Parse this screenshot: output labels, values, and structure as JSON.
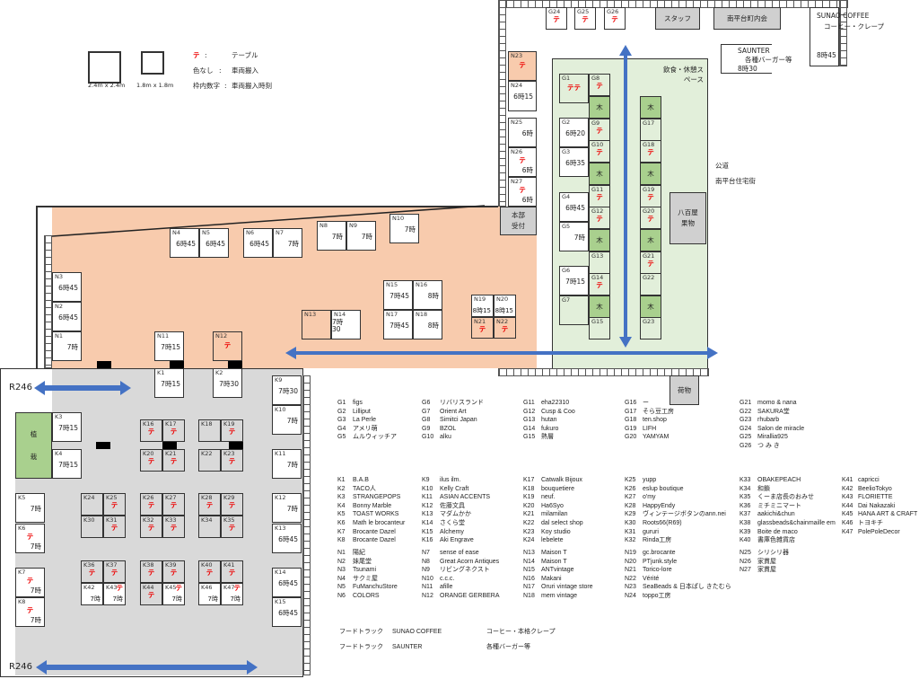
{
  "legend_key": {
    "size_large": "2.4m x 2.4m",
    "size_small": "1.8m x 1.8m",
    "table_symbol": "テ",
    "table_label": "テーブル",
    "no_color": "色なし",
    "no_color_meaning": "車両搬入",
    "number": "枠内数字",
    "number_meaning": "車両搬入時刻",
    "colon": ":"
  },
  "areas": {
    "headquarters": "本部受付",
    "greengrocer": "八百屋 果物",
    "luggage": "荷物",
    "staff": "スタッフ",
    "neighborhood": "南平台町内会",
    "eating_space": "飲食・休憩スペース",
    "public_road": "公道",
    "residential": "南平台住宅街",
    "planting": "植栽",
    "road_top": "R246",
    "road_bottom": "R246",
    "tree": "木",
    "sunao": {
      "name": "SUNAO COFFEE",
      "desc": "コーヒー・クレープ",
      "time": "8時45"
    },
    "saunter": {
      "name": "SAUNTER",
      "desc": "各種バーガー等",
      "time": "8時30"
    }
  },
  "colors": {
    "orange_zone": "#f8cbad",
    "green_zone": "#e2efda",
    "grey_zone": "#d9d9d9",
    "tree": "#a9d08e",
    "arrow": "#4472c4",
    "table": "#e00000"
  },
  "booths": [
    {
      "id": "N1",
      "time": "7時"
    },
    {
      "id": "N2",
      "time": "6時45"
    },
    {
      "id": "N3",
      "time": "6時45"
    },
    {
      "id": "N4",
      "time": "6時45"
    },
    {
      "id": "N5",
      "time": "6時45"
    },
    {
      "id": "N6",
      "time": "6時45"
    },
    {
      "id": "N7",
      "time": "7時"
    },
    {
      "id": "N8",
      "time": "7時"
    },
    {
      "id": "N9",
      "time": "7時"
    },
    {
      "id": "N10",
      "time": "7時"
    },
    {
      "id": "N11",
      "time": "7時15"
    },
    {
      "id": "N12",
      "tables": 1
    },
    {
      "id": "N13"
    },
    {
      "id": "N14",
      "time": "7時30"
    },
    {
      "id": "N15",
      "time": "7時45"
    },
    {
      "id": "N16",
      "time": "8時"
    },
    {
      "id": "N17",
      "time": "7時45"
    },
    {
      "id": "N18",
      "time": "8時"
    },
    {
      "id": "N19",
      "time": "8時15"
    },
    {
      "id": "N20",
      "time": "8時15"
    },
    {
      "id": "N21",
      "tables": 1
    },
    {
      "id": "N22",
      "tables": 1
    },
    {
      "id": "N23",
      "tables": 1
    },
    {
      "id": "N24",
      "time": "6時15"
    },
    {
      "id": "N25",
      "time": "6時"
    },
    {
      "id": "N26",
      "time": "6時",
      "tables": 1
    },
    {
      "id": "N27",
      "time": "6時",
      "tables": 1
    },
    {
      "id": "G1",
      "tables": 2
    },
    {
      "id": "G2",
      "time": "6時20"
    },
    {
      "id": "G3",
      "time": "6時35"
    },
    {
      "id": "G4",
      "time": "6時45"
    },
    {
      "id": "G5",
      "time": "7時"
    },
    {
      "id": "G6",
      "time": "7時15"
    },
    {
      "id": "G7"
    },
    {
      "id": "G8",
      "tables": 1
    },
    {
      "id": "G9",
      "tables": 1
    },
    {
      "id": "G10",
      "tables": 1
    },
    {
      "id": "G11",
      "tables": 1
    },
    {
      "id": "G12",
      "tables": 1
    },
    {
      "id": "G13"
    },
    {
      "id": "G14",
      "tables": 1
    },
    {
      "id": "G15"
    },
    {
      "id": "G17"
    },
    {
      "id": "G18",
      "tables": 1
    },
    {
      "id": "G19",
      "tables": 1
    },
    {
      "id": "G20",
      "tables": 1
    },
    {
      "id": "G21",
      "tables": 1
    },
    {
      "id": "G22"
    },
    {
      "id": "G23"
    },
    {
      "id": "G24",
      "tables": 1
    },
    {
      "id": "G25",
      "tables": 1
    },
    {
      "id": "G26",
      "tables": 1
    },
    {
      "id": "K1",
      "time": "7時15"
    },
    {
      "id": "K2",
      "time": "7時30"
    },
    {
      "id": "K3",
      "time": "7時15"
    },
    {
      "id": "K4",
      "time": "7時15"
    },
    {
      "id": "K5",
      "time": "7時"
    },
    {
      "id": "K6",
      "time": "7時",
      "tables": 1
    },
    {
      "id": "K7",
      "time": "7時",
      "tables": 1
    },
    {
      "id": "K8",
      "time": "7時",
      "tables": 1
    },
    {
      "id": "K9",
      "time": "7時30"
    },
    {
      "id": "K10",
      "time": "7時"
    },
    {
      "id": "K11",
      "time": "7時"
    },
    {
      "id": "K12",
      "time": "7時"
    },
    {
      "id": "K13",
      "time": "6時45"
    },
    {
      "id": "K14",
      "time": "6時45"
    },
    {
      "id": "K15",
      "time": "6時45"
    },
    {
      "id": "K16",
      "tables": 1
    },
    {
      "id": "K17",
      "tables": 1
    },
    {
      "id": "K18"
    },
    {
      "id": "K19",
      "tables": 1
    },
    {
      "id": "K20",
      "tables": 1
    },
    {
      "id": "K21",
      "tables": 1
    },
    {
      "id": "K22"
    },
    {
      "id": "K23",
      "tables": 1
    },
    {
      "id": "K24"
    },
    {
      "id": "K25",
      "tables": 1
    },
    {
      "id": "K26",
      "tables": 1
    },
    {
      "id": "K27",
      "tables": 1
    },
    {
      "id": "K28",
      "tables": 1
    },
    {
      "id": "K29",
      "tables": 1
    },
    {
      "id": "K30"
    },
    {
      "id": "K31",
      "tables": 1
    },
    {
      "id": "K32",
      "tables": 1
    },
    {
      "id": "K33",
      "tables": 1
    },
    {
      "id": "K34"
    },
    {
      "id": "K35",
      "tables": 1
    },
    {
      "id": "K36",
      "tables": 1
    },
    {
      "id": "K37",
      "tables": 1
    },
    {
      "id": "K38",
      "tables": 1
    },
    {
      "id": "K39",
      "tables": 1
    },
    {
      "id": "K40",
      "tables": 1
    },
    {
      "id": "K41",
      "tables": 1
    },
    {
      "id": "K42",
      "time": "7時"
    },
    {
      "id": "K43",
      "time": "7時",
      "tables": 1
    },
    {
      "id": "K44",
      "tables": 1
    },
    {
      "id": "K45",
      "time": "7時",
      "tables": 1
    },
    {
      "id": "K46",
      "time": "7時"
    },
    {
      "id": "K47",
      "time": "7時",
      "tables": 1
    }
  ],
  "shop_list": {
    "G": [
      [
        [
          "G1",
          "figs"
        ],
        [
          "G2",
          "Lilliput"
        ],
        [
          "G3",
          "La Perle"
        ],
        [
          "G4",
          "アメリ萌"
        ],
        [
          "G5",
          "ムルウィッチア"
        ]
      ],
      [
        [
          "G6",
          "リバリスランド"
        ],
        [
          "G7",
          "Orient Art"
        ],
        [
          "G8",
          "Simitci Japan"
        ],
        [
          "G9",
          "BZOL"
        ],
        [
          "G10",
          "alku"
        ]
      ],
      [
        [
          "G11",
          "eha22310"
        ],
        [
          "G12",
          "Cusp & Coo"
        ],
        [
          "G13",
          "hutan"
        ],
        [
          "G14",
          "fukuro"
        ],
        [
          "G15",
          "熱層"
        ]
      ],
      [
        [
          "G16",
          "ー"
        ],
        [
          "G17",
          "そら豆工房"
        ],
        [
          "G18",
          "ten.shop"
        ],
        [
          "G19",
          "LIFH"
        ],
        [
          "G20",
          "YAMYAM"
        ]
      ],
      [
        [
          "G21",
          "momo & nana"
        ],
        [
          "G22",
          "SAKURA堂"
        ],
        [
          "G23",
          "rhubarb"
        ],
        [
          "G24",
          "Salon de miracle"
        ],
        [
          "G25",
          "Mirallia925"
        ],
        [
          "G26",
          "つ み き"
        ]
      ]
    ],
    "K": [
      [
        [
          "K1",
          "B.A.B"
        ],
        [
          "K2",
          "TACO人"
        ],
        [
          "K3",
          "STRANGEPOPS"
        ],
        [
          "K4",
          "Bonny Marble"
        ],
        [
          "K5",
          "TOAST WORKS"
        ],
        [
          "K6",
          "Math le brocanteur"
        ],
        [
          "K7",
          "Brocante Dazel"
        ],
        [
          "K8",
          "Brocante Dazel"
        ]
      ],
      [
        [
          "K9",
          "ilus ilm."
        ],
        [
          "K10",
          "Kelly Craft"
        ],
        [
          "K11",
          "ASIAN ACCENTS"
        ],
        [
          "K12",
          "佐藤文具"
        ],
        [
          "K13",
          "マダムかか"
        ],
        [
          "K14",
          "さくら堂"
        ],
        [
          "K15",
          "Alchemy"
        ],
        [
          "K16",
          "Aki Engrave"
        ]
      ],
      [
        [
          "K17",
          "Catwalk Bijoux"
        ],
        [
          "K18",
          "bouquetiere"
        ],
        [
          "K19",
          "neuf."
        ],
        [
          "K20",
          "Ha6Syo"
        ],
        [
          "K21",
          "milamilan"
        ],
        [
          "K22",
          "dal select shop"
        ],
        [
          "K23",
          "Koy studio"
        ],
        [
          "K24",
          "lebelete"
        ]
      ],
      [
        [
          "K25",
          "yupp"
        ],
        [
          "K26",
          "eslup boutique"
        ],
        [
          "K27",
          "o'my"
        ],
        [
          "K28",
          "HappyEndy"
        ],
        [
          "K29",
          "ヴィンテージボタンのann.nei"
        ],
        [
          "K30",
          "Roots66(R69)"
        ],
        [
          "K31",
          "gururi"
        ],
        [
          "K32",
          "Rinda工房"
        ]
      ],
      [
        [
          "K33",
          "OBAKEPEACH"
        ],
        [
          "K34",
          "和鎖"
        ],
        [
          "K35",
          "くーま店長のおみせ"
        ],
        [
          "K36",
          "ミチミニマート"
        ],
        [
          "K37",
          "aakichi&chun"
        ],
        [
          "K38",
          "glassbeads&chainmaille em"
        ],
        [
          "K39",
          "Boite de maco"
        ],
        [
          "K40",
          "書庫色雑貨店"
        ]
      ],
      [
        [
          "K41",
          "capricci"
        ],
        [
          "K42",
          "BeelioTokyo"
        ],
        [
          "K43",
          "FLORIETTE"
        ],
        [
          "K44",
          "Dai Nakazaki"
        ],
        [
          "K45",
          "HANA ART & CRAFT"
        ],
        [
          "K46",
          "トヨキチ"
        ],
        [
          "K47",
          "PolePoleDecor"
        ]
      ]
    ],
    "N": [
      [
        [
          "N1",
          "陽紀"
        ],
        [
          "N2",
          "妹尾堂"
        ],
        [
          "N3",
          "Tsunami"
        ],
        [
          "N4",
          "サクミ屋"
        ],
        [
          "N5",
          "FuManchuStore"
        ],
        [
          "N6",
          "COLORS"
        ]
      ],
      [
        [
          "N7",
          "sense of ease"
        ],
        [
          "N8",
          "Great Acorn Antiques"
        ],
        [
          "N9",
          "リビングネクスト"
        ],
        [
          "N10",
          "c.c.c."
        ],
        [
          "N11",
          "afille"
        ],
        [
          "N12",
          "ORANGE GERBERA"
        ]
      ],
      [
        [
          "N13",
          "Maison T"
        ],
        [
          "N14",
          "Maison T"
        ],
        [
          "N15",
          "ANTvintage"
        ],
        [
          "N16",
          "Makani"
        ],
        [
          "N17",
          "Oruri vintage store"
        ],
        [
          "N18",
          "mem vintage"
        ]
      ],
      [
        [
          "N19",
          "gc.brocante"
        ],
        [
          "N20",
          "PTjunk.style"
        ],
        [
          "N21",
          "Torico-lore"
        ],
        [
          "N22",
          "Vérité"
        ],
        [
          "N23",
          "SeaBeads & 日本ぱし きたむら"
        ],
        [
          "N24",
          "toppo工房"
        ]
      ],
      [
        [
          "N25",
          "シリシリ器"
        ],
        [
          "N26",
          "家貫屋"
        ],
        [
          "N27",
          "家貫屋"
        ]
      ]
    ]
  },
  "food_trucks": [
    {
      "type": "フードトラック",
      "name": "SUNAO COFFEE",
      "desc": "コーヒー・本格クレープ"
    },
    {
      "type": "フードトラック",
      "name": "SAUNTER",
      "desc": "各種バーガー等"
    }
  ]
}
